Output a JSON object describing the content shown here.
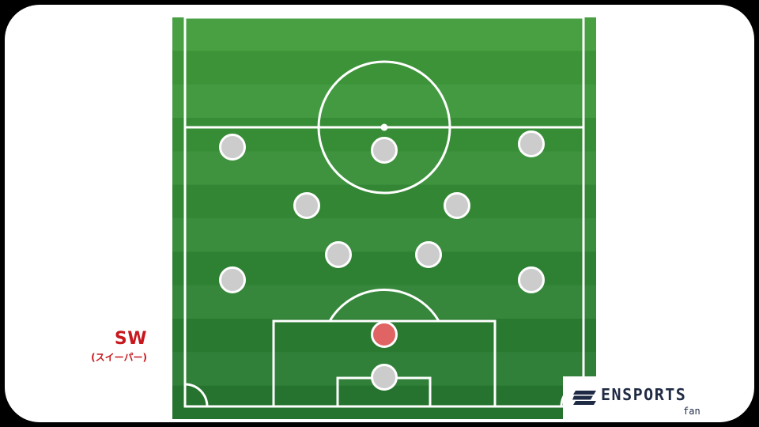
{
  "colors": {
    "frame": "#000000",
    "card": "#ffffff",
    "pitch_light": "#48a043",
    "pitch_dark": "#2f7d38",
    "line": "#ffffff",
    "player": "#cccccc",
    "player_highlight": "#e06464",
    "sw_label": "#c8181e",
    "logo": "#1f2a44"
  },
  "formation": {
    "players": [
      {
        "role": "player",
        "highlighted": false
      },
      {
        "role": "player",
        "highlighted": false
      },
      {
        "role": "player",
        "highlighted": false
      },
      {
        "role": "player",
        "highlighted": false
      },
      {
        "role": "player",
        "highlighted": false
      },
      {
        "role": "player",
        "highlighted": false
      },
      {
        "role": "player",
        "highlighted": false
      },
      {
        "role": "player",
        "highlighted": false
      },
      {
        "role": "player",
        "highlighted": false
      },
      {
        "role": "sweeper",
        "highlighted": true
      },
      {
        "role": "goalkeeper",
        "highlighted": false
      }
    ]
  },
  "annotation": {
    "position": "SW",
    "position_reading": "(スイーパー)"
  },
  "logo": {
    "name": "ENSPORTS",
    "sub": "fan"
  }
}
